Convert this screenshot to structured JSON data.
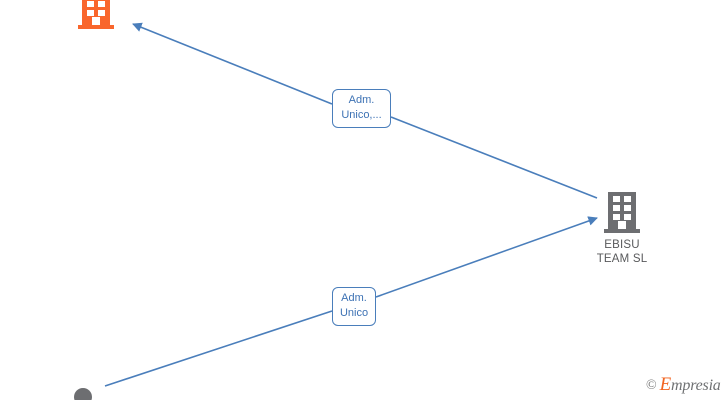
{
  "diagram": {
    "type": "company-relationship-graph",
    "background_color": "#ffffff",
    "edge_color": "#4a7ebb",
    "nodes": [
      {
        "id": "origin",
        "icon": "building-icon",
        "icon_color": "#f9662c",
        "label": "",
        "label_lines": []
      },
      {
        "id": "ebisu",
        "icon": "building-icon",
        "icon_color": "#6d6e71",
        "label": "EBISU TEAM SL",
        "label_line1": "EBISU",
        "label_line2": "TEAM  SL"
      },
      {
        "id": "person",
        "icon": "person-icon",
        "icon_color": "#6d6e71",
        "label": "",
        "label_lines": []
      }
    ],
    "edges": [
      {
        "id": "edge-1",
        "from": "ebisu",
        "to": "origin",
        "label_line1": "Adm.",
        "label_line2": "Unico,...",
        "arrow_at": "origin"
      },
      {
        "id": "edge-2",
        "from": "person",
        "to": "ebisu",
        "label_line1": "Adm.",
        "label_line2": "Unico",
        "arrow_at": "ebisu"
      }
    ]
  },
  "watermark": {
    "copyright": "©",
    "brand_first_letter": "E",
    "brand_rest": "mpresia",
    "brand_color": "#f26522"
  }
}
